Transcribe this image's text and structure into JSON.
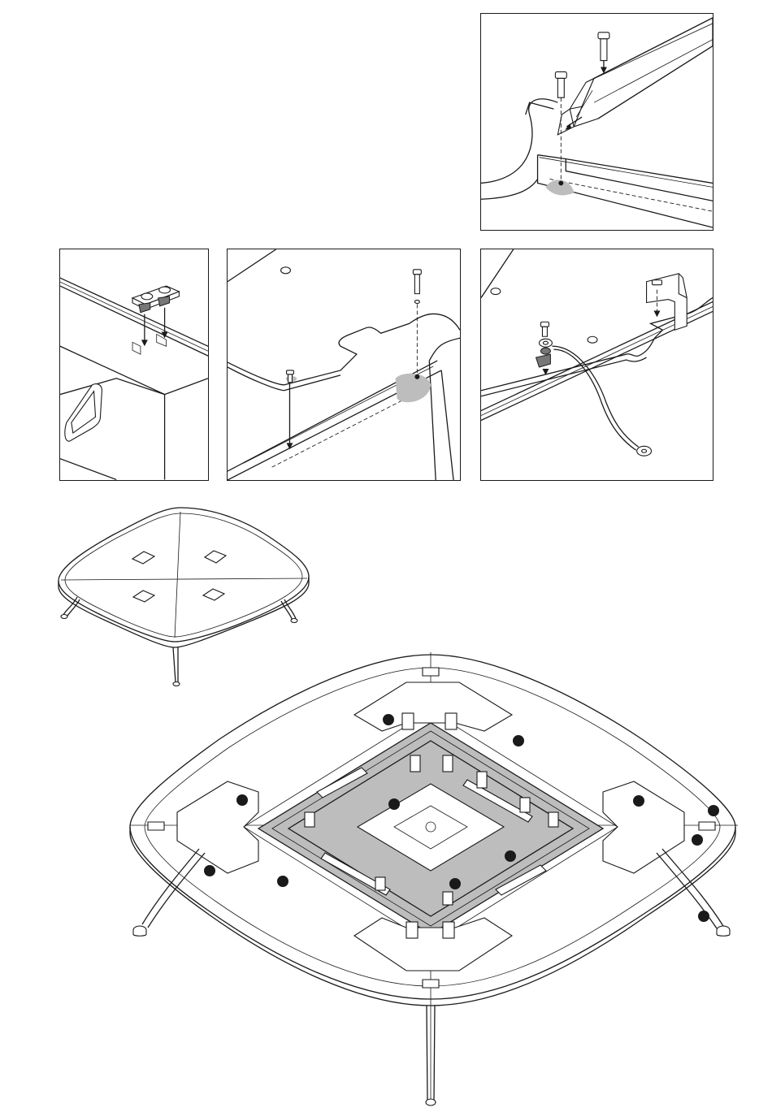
{
  "figure": {
    "detail_panels": [
      {
        "id": "detail-beam-corner"
      },
      {
        "id": "detail-beam-clamp"
      },
      {
        "id": "detail-top-screw"
      },
      {
        "id": "detail-ground-cable"
      }
    ],
    "callout_markers": 12,
    "colors": {
      "line": "#1a1a1a",
      "shade": "#bdbdbd",
      "background": "#ffffff",
      "callout": "#1a1a1a"
    }
  }
}
